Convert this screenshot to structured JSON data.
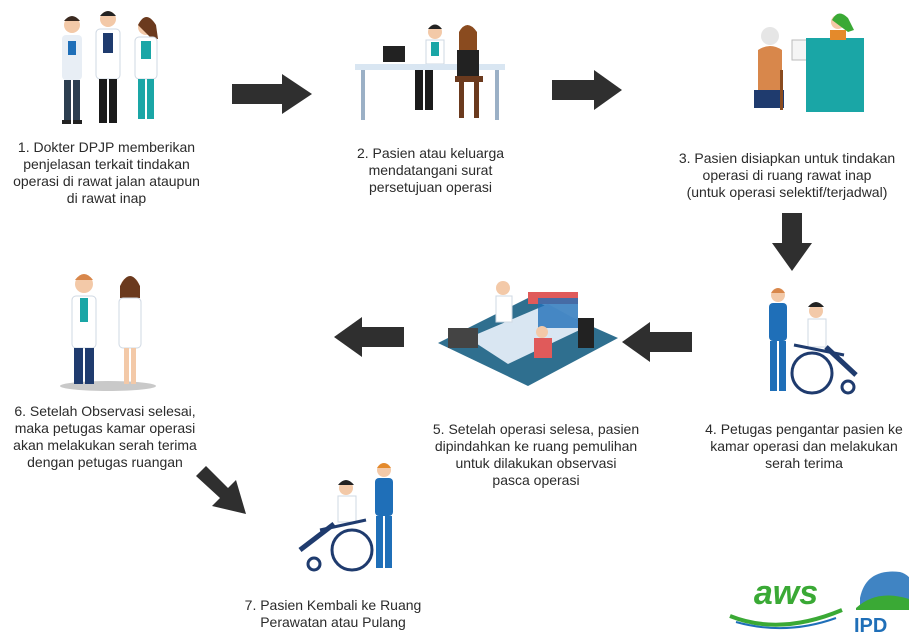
{
  "steps": [
    {
      "number": "1",
      "text": "1. Dokter DPJP memberikan\npenjelasan terkait tindakan\noperasi di rawat jalan ataupun\ndi rawat inap"
    },
    {
      "number": "2",
      "text": "2. Pasien atau keluarga\nmendatangani surat\npersetujuan operasi"
    },
    {
      "number": "3",
      "text": "3.  Pasien disiapkan untuk tindakan\noperasi di ruang rawat inap\n(untuk operasi selektif/terjadwal)"
    },
    {
      "number": "4",
      "text": "4. Petugas pengantar pasien ke\nkamar operasi dan melakukan\nserah terima"
    },
    {
      "number": "5",
      "text": "5. Setelah operasi selesa, pasien\ndipindahkan ke ruang pemulihan\nuntuk dilakukan observasi\npasca operasi"
    },
    {
      "number": "6",
      "text": "6. Setelah Observasi selesai,\nmaka petugas kamar operasi\nakan melakukan serah terima\ndengan petugas ruangan"
    },
    {
      "number": "7",
      "text": "7.  Pasien Kembali ke Ruang\nPerawatan atau Pulang"
    }
  ],
  "logos": {
    "left": "aws",
    "right": "IPD"
  },
  "colors": {
    "arrow": "#2f2f2f",
    "teal": "#1aa6a6",
    "navy": "#1f3b6e",
    "logo_green": "#3aa935",
    "logo_blue": "#1f6fb8"
  }
}
